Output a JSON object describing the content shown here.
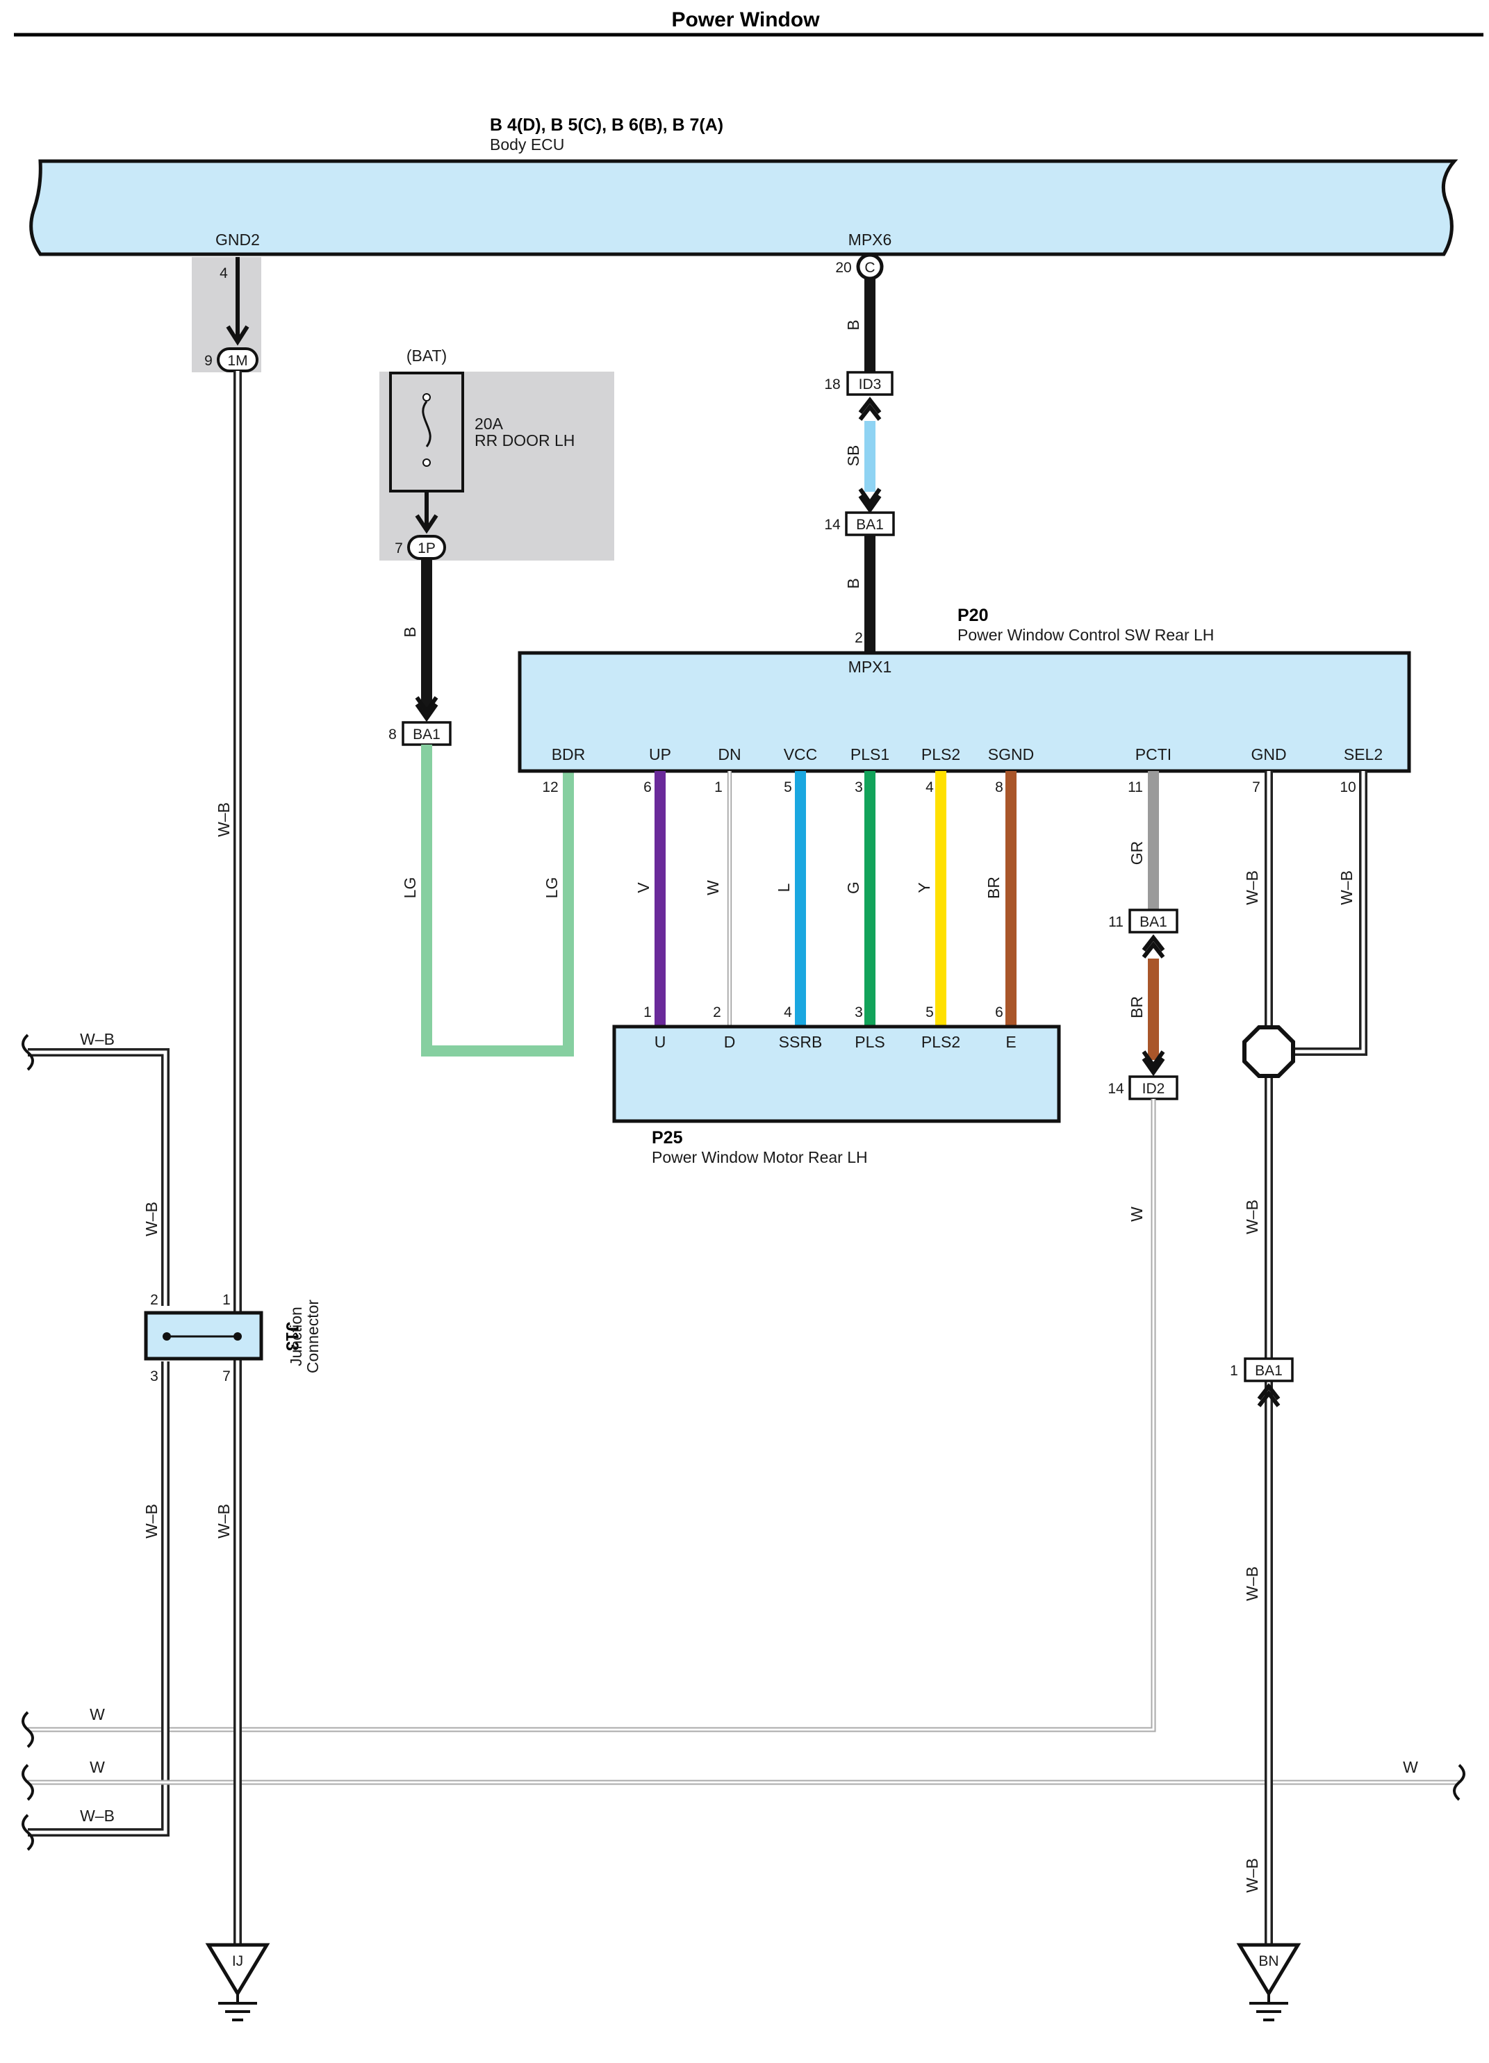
{
  "title": "Power Window",
  "body_ecu": {
    "connectors": "B 4(D), B 5(C), B 6(B), B 7(A)",
    "name": "Body ECU",
    "pin_gnd2": "GND2",
    "pin_gnd2_num": "4",
    "pin_mpx6": "MPX6",
    "pin_mpx6_num": "20",
    "pin_mpx6_conn": "C"
  },
  "connectors": {
    "c1m": {
      "num": "9",
      "label": "1M"
    },
    "c1p": {
      "num": "7",
      "label": "1P"
    },
    "id3": {
      "num": "18",
      "label": "ID3"
    },
    "ba1_top": {
      "num": "14",
      "label": "BA1"
    },
    "ba1_lg": {
      "num": "8",
      "label": "BA1"
    },
    "ba1_pcti": {
      "num": "11",
      "label": "BA1"
    },
    "id2": {
      "num": "14",
      "label": "ID2"
    },
    "ba1_gnd": {
      "num": "1",
      "label": "BA1"
    }
  },
  "fuse": {
    "source": "(BAT)",
    "rating": "20A",
    "name": "RR DOOR LH"
  },
  "p20": {
    "code": "P20",
    "name": "Power Window Control SW Rear LH",
    "mpx1_num": "2",
    "mpx1": "MPX1",
    "pins": [
      {
        "label": "BDR",
        "num": "12"
      },
      {
        "label": "UP",
        "num": "6"
      },
      {
        "label": "DN",
        "num": "1"
      },
      {
        "label": "VCC",
        "num": "5"
      },
      {
        "label": "PLS1",
        "num": "3"
      },
      {
        "label": "PLS2",
        "num": "4"
      },
      {
        "label": "SGND",
        "num": "8"
      },
      {
        "label": "PCTI",
        "num": "11"
      },
      {
        "label": "GND",
        "num": "7"
      },
      {
        "label": "SEL2",
        "num": "10"
      }
    ]
  },
  "p25": {
    "code": "P25",
    "name": "Power Window Motor Rear LH",
    "pins": [
      {
        "label": "U",
        "num": "1"
      },
      {
        "label": "D",
        "num": "2"
      },
      {
        "label": "SSRB",
        "num": "4"
      },
      {
        "label": "PLS",
        "num": "3"
      },
      {
        "label": "PLS2",
        "num": "5"
      },
      {
        "label": "E",
        "num": "6"
      }
    ]
  },
  "j13": {
    "code": "J13",
    "name1": "Junction",
    "name2": "Connector",
    "pin_tl": "2",
    "pin_tr": "1",
    "pin_bl": "3",
    "pin_br": "7"
  },
  "wires": {
    "gnd2": "W–B",
    "mpx6_top": "B",
    "mpx6_mid": "SB",
    "mpx6_bot": "B",
    "fuse_out": "B",
    "bdr_left": "LG",
    "bdr_right": "LG",
    "up": "V",
    "dn": "W",
    "vcc": "L",
    "pls1": "G",
    "pls2": "Y",
    "sgnd": "BR",
    "pcti_top": "GR",
    "pcti_mid": "BR",
    "pcti_bot": "W",
    "gnd_top": "W–B",
    "sel2": "W–B",
    "gnd_mid": "W–B",
    "gnd_low": "W–B",
    "gnd_bot": "W–B",
    "j13_in": "W–B",
    "j13_left_top": "W–B",
    "j13_left_bot": "W–B",
    "j13_right_bot": "W–B",
    "bus_w1": "W",
    "bus_w2": "W",
    "bus_w_right": "W",
    "bus_wb": "W–B"
  },
  "grounds": {
    "left": "IJ",
    "right": "BN"
  },
  "wire_colors": {
    "V": "#6a2a9a",
    "W": "#ffffff",
    "L": "#1aa7e0",
    "G": "#12a35a",
    "Y": "#ffe000",
    "BR": "#a9562a",
    "GR": "#9a9a9a",
    "LG": "#86cfa0",
    "SB": "#8fd3f3",
    "B": "#151515"
  }
}
